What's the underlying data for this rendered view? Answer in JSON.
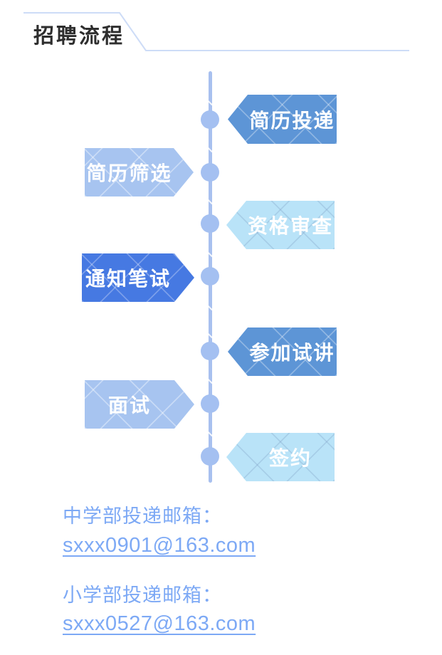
{
  "header": {
    "title": "招聘流程"
  },
  "flow": {
    "steps": [
      {
        "label": "简历投递",
        "side": "right",
        "tone": "medium"
      },
      {
        "label": "简历筛选",
        "side": "left",
        "tone": "light"
      },
      {
        "label": "资格审查",
        "side": "right",
        "tone": "pale"
      },
      {
        "label": "通知笔试",
        "side": "left",
        "tone": "dark"
      },
      {
        "label": "参加试讲",
        "side": "right",
        "tone": "medium"
      },
      {
        "label": "面试",
        "side": "left",
        "tone": "light"
      },
      {
        "label": "签约",
        "side": "right",
        "tone": "pale"
      }
    ]
  },
  "contacts": [
    {
      "label": "中学部投递邮箱：",
      "email": "sxxx0901@163.com"
    },
    {
      "label": "小学部投递邮箱：",
      "email": "sxxx0527@163.com"
    }
  ],
  "colors": {
    "medium": "#5d95d6",
    "light": "#a7c4f0",
    "pale": "#b9e3f8",
    "dark": "#4679e2",
    "timeline": "#a8c0ef",
    "node": "#a4c0f1",
    "accent_line": "#cddcf7",
    "title_text": "#2e2e2e",
    "contact_text": "#7da9f5"
  }
}
